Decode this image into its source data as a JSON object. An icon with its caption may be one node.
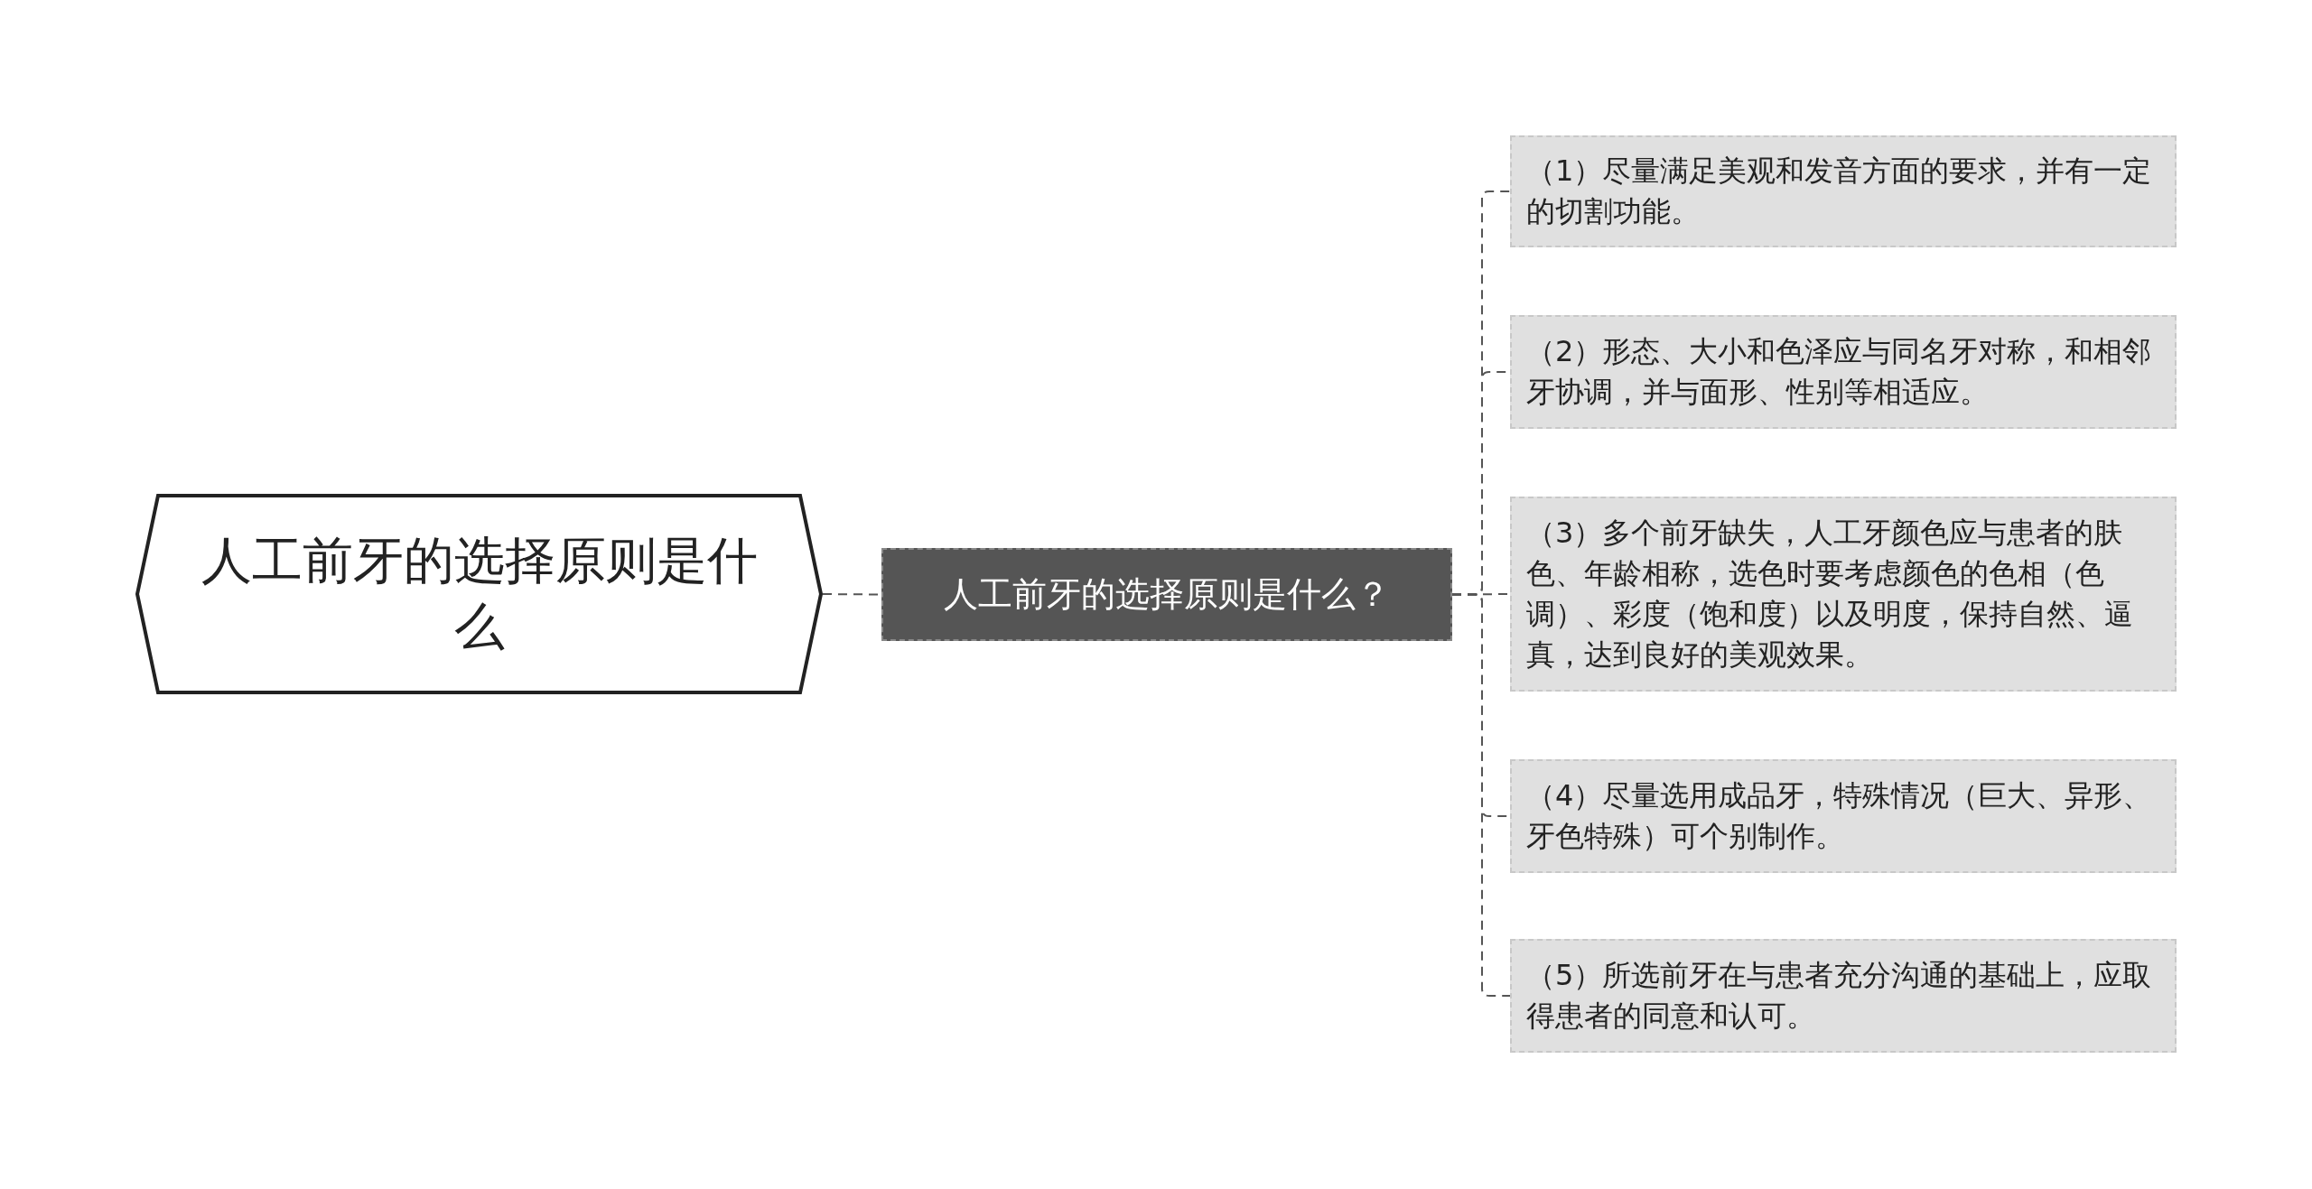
{
  "diagram": {
    "nodes": [
      {
        "text": [
          "人工前牙的选择原则是什么"
        ]
      },
      {
        "text": [
          "人工前牙的选择原则是什么？"
        ]
      },
      {
        "text": [
          "（1）尽量满足美观和发音方面的要求，并有一定的切割功能。"
        ]
      },
      {
        "text": [
          "（2）形态、大小和色泽应与同名牙对称，和相邻牙协调，并与面形、性别等相适应。"
        ]
      },
      {
        "text": [
          "（3）多个前牙缺失，人工牙颜色应与患者的肤色、年龄相称，选色时要考虑颜色的色相（色调）、彩度（饱和度）以及明度，保持自然、逼真，达到良好的美观效果。"
        ]
      },
      {
        "text": [
          "（4）尽量选用成品牙，特殊情况（巨大、异形、牙色特殊）可个别制作。"
        ]
      },
      {
        "text": [
          "（5）所选前牙在与患者充分沟通的基础上，应取得患者的同意和认可。"
        ]
      }
    ],
    "edges": [
      {
        "from": 0,
        "to": 1,
        "arrow": "none",
        "style": "dashed"
      },
      {
        "from": 1,
        "to": 2,
        "arrow": "none",
        "style": "dashed"
      },
      {
        "from": 1,
        "to": 3,
        "arrow": "none",
        "style": "dashed"
      },
      {
        "from": 1,
        "to": 4,
        "arrow": "none",
        "style": "dashed"
      },
      {
        "from": 1,
        "to": 5,
        "arrow": "none",
        "style": "dashed"
      },
      {
        "from": 1,
        "to": 6,
        "arrow": "none",
        "style": "dashed"
      }
    ]
  }
}
